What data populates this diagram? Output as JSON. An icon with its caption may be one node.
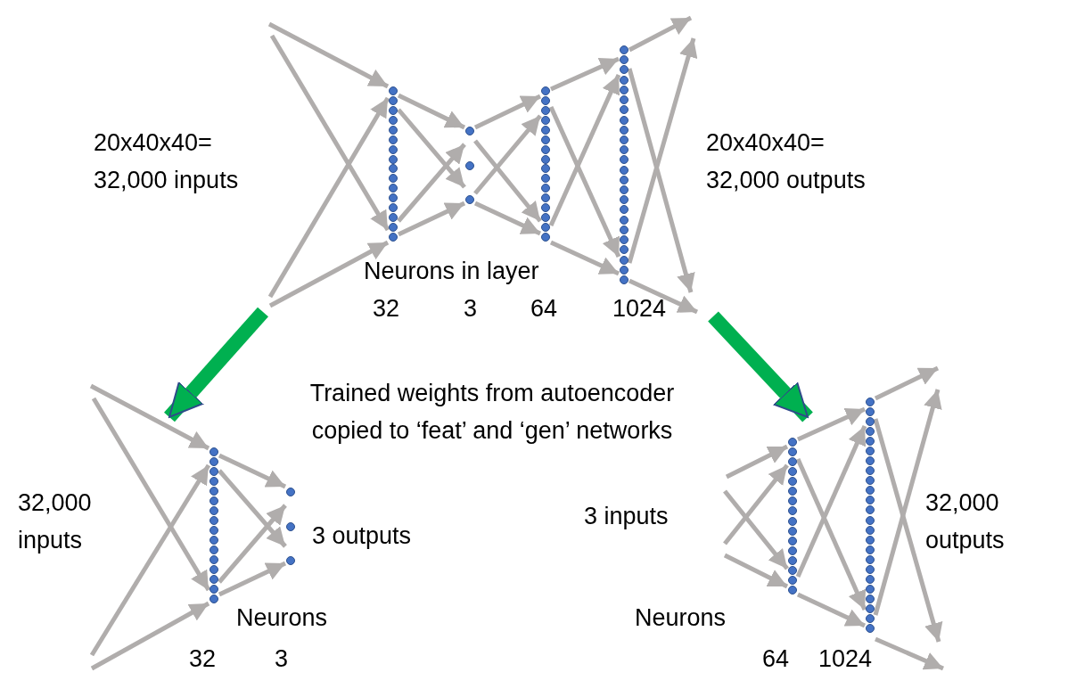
{
  "diagram": {
    "nodes": [
      {
        "text": [],
        "shape": "bar"
      },
      {
        "text": [],
        "shape": "bar"
      },
      {
        "text": [],
        "shape": "bar"
      },
      {
        "text": [],
        "shape": "bar"
      },
      {
        "text": [],
        "shape": "bar"
      },
      {
        "text": [],
        "shape": "bar"
      },
      {
        "text": [],
        "shape": "bar"
      },
      {
        "text": [],
        "shape": "bar"
      }
    ],
    "edges": [
      {
        "from": null,
        "to": 0,
        "arrow": "to"
      },
      {
        "from": null,
        "to": 0,
        "arrow": "to"
      },
      {
        "from": null,
        "to": 0,
        "arrow": "to"
      },
      {
        "from": null,
        "to": 0,
        "arrow": "to"
      },
      {
        "from": 0,
        "to": 1,
        "arrow": "to"
      },
      {
        "from": 0,
        "to": 1,
        "arrow": "to"
      },
      {
        "from": 0,
        "to": 1,
        "arrow": "to"
      },
      {
        "from": 0,
        "to": 1,
        "arrow": "to"
      },
      {
        "from": 1,
        "to": 2,
        "arrow": "to"
      },
      {
        "from": 1,
        "to": 2,
        "arrow": "to"
      },
      {
        "from": 1,
        "to": 2,
        "arrow": "to"
      },
      {
        "from": 1,
        "to": 2,
        "arrow": "to"
      },
      {
        "from": 2,
        "to": 3,
        "arrow": "to"
      },
      {
        "from": 2,
        "to": 3,
        "arrow": "to"
      },
      {
        "from": 2,
        "to": 3,
        "arrow": "to"
      },
      {
        "from": 2,
        "to": 3,
        "arrow": "to"
      },
      {
        "from": 3,
        "to": null,
        "arrow": "to"
      },
      {
        "from": 3,
        "to": null,
        "arrow": "to"
      },
      {
        "from": 3,
        "to": null,
        "arrow": "to"
      },
      {
        "from": 3,
        "to": null,
        "arrow": "to"
      },
      {
        "from": null,
        "to": 4,
        "arrow": "to",
        "style": "thick",
        "color": "#00b050"
      },
      {
        "from": null,
        "to": 6,
        "arrow": "to",
        "style": "thick",
        "color": "#00b050"
      },
      {
        "from": null,
        "to": 4,
        "arrow": "to"
      },
      {
        "from": null,
        "to": 4,
        "arrow": "to"
      },
      {
        "from": null,
        "to": 4,
        "arrow": "to"
      },
      {
        "from": null,
        "to": 4,
        "arrow": "to"
      },
      {
        "from": 4,
        "to": 5,
        "arrow": "to"
      },
      {
        "from": 4,
        "to": 5,
        "arrow": "to"
      },
      {
        "from": 4,
        "to": 5,
        "arrow": "to"
      },
      {
        "from": 4,
        "to": 5,
        "arrow": "to"
      },
      {
        "from": null,
        "to": 6,
        "arrow": "to"
      },
      {
        "from": null,
        "to": 6,
        "arrow": "to"
      },
      {
        "from": null,
        "to": 6,
        "arrow": "to"
      },
      {
        "from": null,
        "to": 6,
        "arrow": "to"
      },
      {
        "from": 6,
        "to": 7,
        "arrow": "to"
      },
      {
        "from": 6,
        "to": 7,
        "arrow": "to"
      },
      {
        "from": 6,
        "to": 7,
        "arrow": "to"
      },
      {
        "from": 6,
        "to": 7,
        "arrow": "to"
      },
      {
        "from": 7,
        "to": null,
        "arrow": "to"
      },
      {
        "from": 7,
        "to": null,
        "arrow": "to"
      },
      {
        "from": 7,
        "to": null,
        "arrow": "to"
      },
      {
        "from": 7,
        "to": null,
        "arrow": "to"
      }
    ],
    "labels": [
      "20x40x40= 32,000 inputs",
      "20x40x40= 32,000 outputs",
      "Neurons in layer",
      "32",
      "3",
      "64",
      "1024",
      "Trained weights from autoencoder copied to ‘feat’ and ‘gen’ networks",
      "32,000 inputs",
      "3 outputs",
      "Neurons",
      "32",
      "3",
      "3 inputs",
      "Neurons",
      "64",
      "1024",
      "32,000 outputs"
    ]
  }
}
